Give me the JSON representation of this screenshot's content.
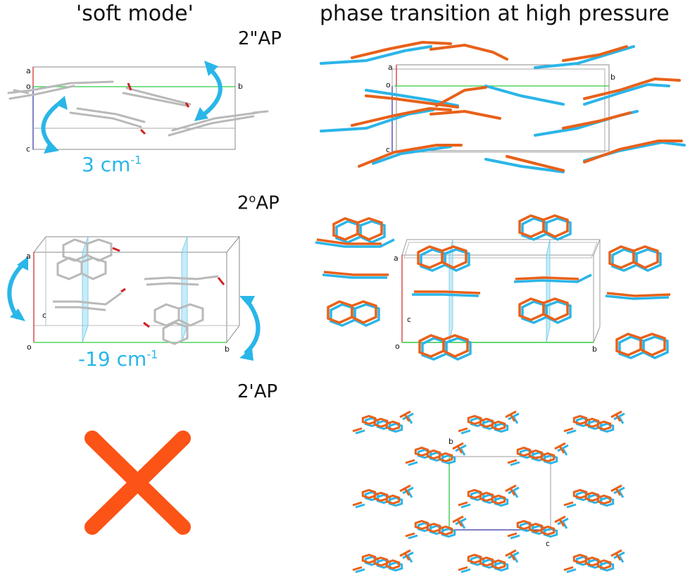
{
  "headers": {
    "left": "'soft mode'",
    "right": "phase transition at high pressure"
  },
  "rows": [
    {
      "label": "2\"AP",
      "frequency": "3 cm",
      "frequency_sup": "-1",
      "has_soft_mode": true
    },
    {
      "label_main": "2",
      "label_sup": "o",
      "label_tail": "AP",
      "frequency": "-19 cm",
      "frequency_sup": "-1",
      "has_soft_mode": true
    },
    {
      "label": "2'AP",
      "has_soft_mode": false
    }
  ],
  "axes": {
    "row1_left": [
      "a",
      "o",
      "b",
      "c"
    ],
    "row1_right": [
      "a",
      "o",
      "b",
      "c"
    ],
    "row2_left": [
      "a",
      "c",
      "o",
      "b"
    ],
    "row2_right": [
      "a",
      "c",
      "o",
      "b"
    ],
    "row3_right": [
      "b",
      "c"
    ]
  },
  "colors": {
    "arrow": "#29b6e8",
    "cross": "#fc5316",
    "molecule_ambient": "#b9b9b9",
    "molecule_highpressure": "#e8611a",
    "molecule_ambient_overlay": "#2bb5e8",
    "mirror_plane": "#9bdcf2"
  },
  "icons": [
    "curved-double-arrow-icon",
    "cross-icon"
  ]
}
